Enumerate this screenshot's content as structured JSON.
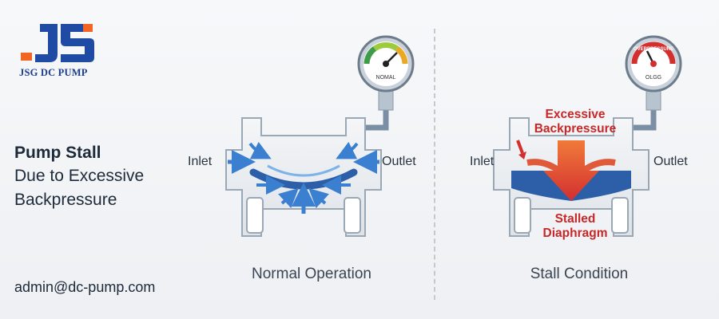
{
  "brand": {
    "logo_text": "JSG DC PUMP",
    "logo_colors": {
      "orange": "#f26522",
      "blue": "#1f4ba5"
    }
  },
  "title": {
    "main": "Pump Stall",
    "line1": "Due to Excessive",
    "line2": "Backpressure"
  },
  "contact": {
    "email": "admin@dc-pump.com"
  },
  "normal": {
    "caption": "Normal Operation",
    "inlet": "Inlet",
    "outlet": "Outlet",
    "gauge_label": "NOMAL",
    "gauge_color": "#3d9b4a"
  },
  "stall": {
    "caption": "Stall Condition",
    "inlet": "Inlet",
    "outlet": "Outlet",
    "gauge_label": "OLGG",
    "gauge_top_label": "OVERPRESSURE",
    "gauge_color": "#d32f2f",
    "warning_line1": "Excessive",
    "warning_line2": "Backpressure",
    "status_line1": "Stalled",
    "status_line2": "Diaphragm"
  }
}
